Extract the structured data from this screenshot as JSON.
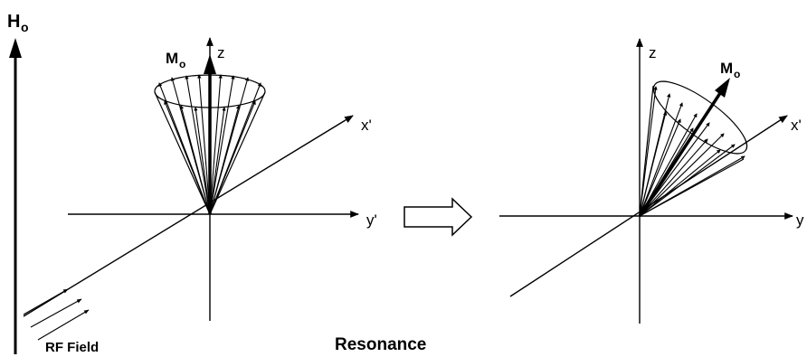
{
  "labels": {
    "h0": "H",
    "h0_sub": "o",
    "rf_field": "RF Field",
    "resonance": "Resonance",
    "left_mo": "M",
    "left_mo_sub": "o",
    "left_z": "z",
    "left_x": "x'",
    "left_y": "y'",
    "right_mo": "M",
    "right_mo_sub": "o",
    "right_z": "z",
    "right_x": "x'",
    "right_y": "y"
  },
  "colors": {
    "ink": "#000000",
    "paper": "#ffffff"
  }
}
